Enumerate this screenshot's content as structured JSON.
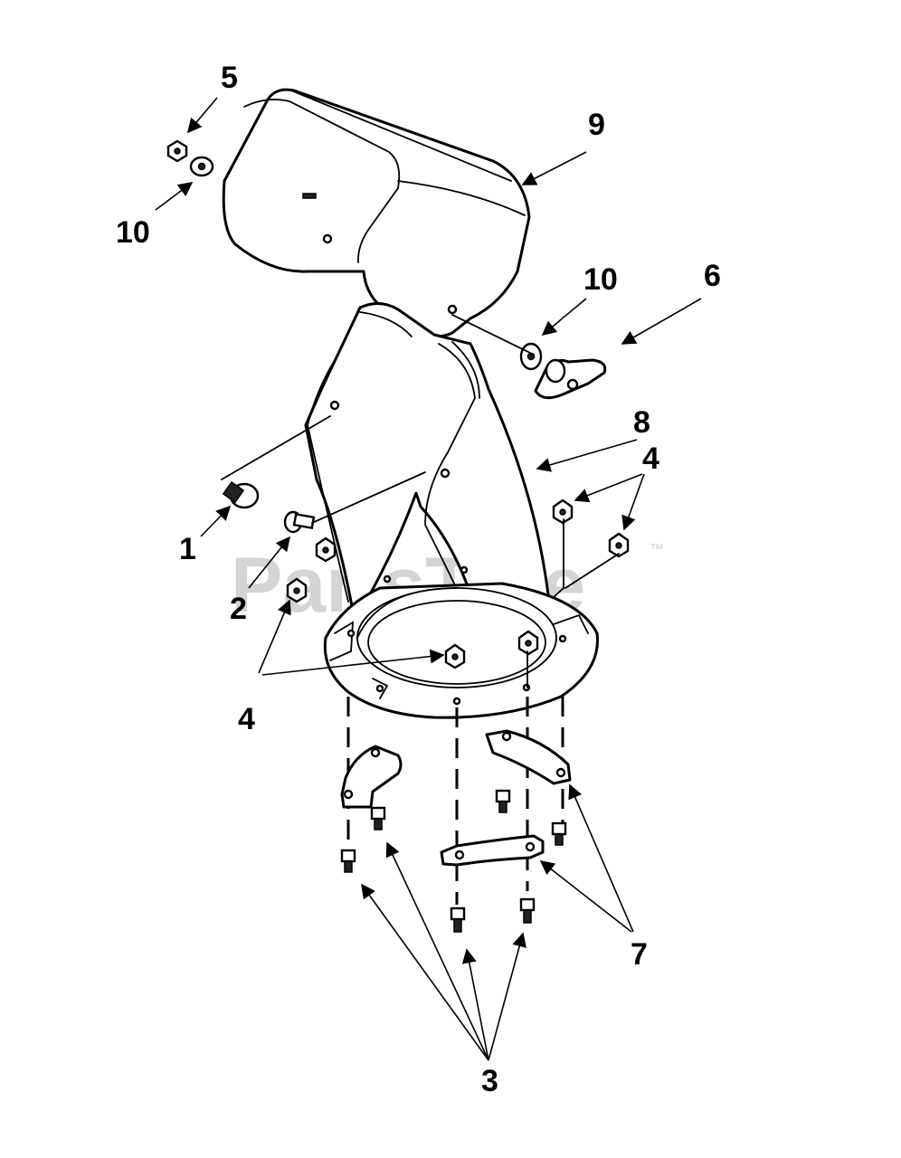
{
  "watermark": {
    "text": "PartsTree",
    "trademark": "™"
  },
  "callouts": [
    {
      "id": "c5",
      "label": "5"
    },
    {
      "id": "c9",
      "label": "9"
    },
    {
      "id": "c10a",
      "label": "10"
    },
    {
      "id": "c10b",
      "label": "10"
    },
    {
      "id": "c6",
      "label": "6"
    },
    {
      "id": "c8",
      "label": "8"
    },
    {
      "id": "c4a",
      "label": "4"
    },
    {
      "id": "c1",
      "label": "1"
    },
    {
      "id": "c2",
      "label": "2"
    },
    {
      "id": "c4b",
      "label": "4"
    },
    {
      "id": "c7",
      "label": "7"
    },
    {
      "id": "c3",
      "label": "3"
    }
  ],
  "colors": {
    "ink": "#000000",
    "watermark": "#d4d4d4",
    "background": "#ffffff"
  }
}
